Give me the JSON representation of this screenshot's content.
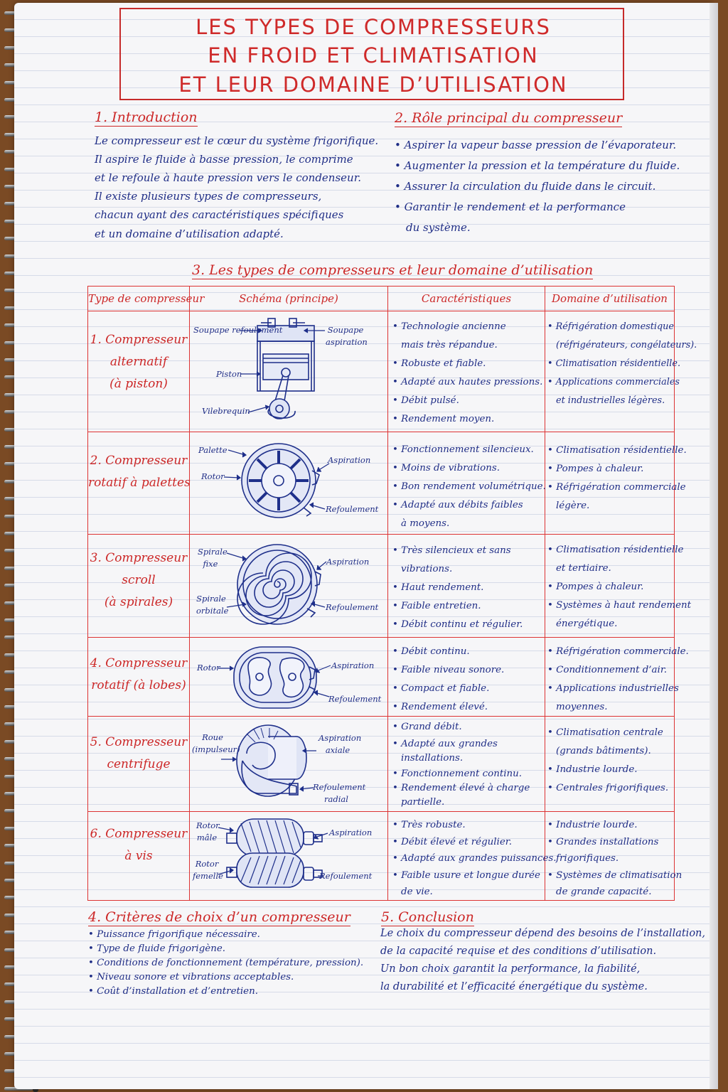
{
  "title": [
    "LES TYPES DE COMPRESSEURS",
    "EN FROID ET CLIMATISATION",
    "ET LEUR DOMAINE D’UTILISATION"
  ],
  "intro": {
    "heading": "1. Introduction",
    "lines": [
      "Le compresseur est le cœur du système frigorifique.",
      "Il aspire le fluide à basse pression, le comprime",
      "et le refoule à haute pression vers le condenseur.",
      "Il existe plusieurs types de compresseurs,",
      "chacun ayant des caractéristiques spécifiques",
      "et un domaine d’utilisation adapté."
    ]
  },
  "role": {
    "heading": "2. Rôle principal du compresseur",
    "items": [
      "Aspirer la vapeur basse pression de l’évaporateur.",
      "Augmenter la pression et la température du fluide.",
      "Assurer la circulation du fluide dans le circuit.",
      "Garantir le rendement et la performance"
    ],
    "continuation": "du système."
  },
  "types": {
    "heading": "3. Les types de compresseurs et leur domaine d’utilisation",
    "headers": [
      "Type de compresseur",
      "Schéma (principe)",
      "Caractéristiques",
      "Domaine d’utilisation"
    ],
    "rows": [
      {
        "name": [
          "1. Compresseur",
          "alternatif",
          "(à piston)"
        ],
        "labels": [
          "Soupape refoulement",
          "Soupape aspiration",
          "Piston",
          "Vilebrequin"
        ],
        "features": [
          "Technologie ancienne",
          "mais très répandue.",
          "Robuste et fiable.",
          "Adapté aux hautes pressions.",
          "Débit pulsé.",
          "Rendement moyen."
        ],
        "uses": [
          "Réfrigération domestique",
          "(réfrigérateurs, congélateurs).",
          "Climatisation résidentielle.",
          "Applications commerciales",
          "et industrielles légères."
        ]
      },
      {
        "name": [
          "2. Compresseur",
          "rotatif à palettes"
        ],
        "labels": [
          "Palette",
          "Rotor",
          "Aspiration",
          "Refoulement"
        ],
        "features": [
          "Fonctionnement silencieux.",
          "Moins de vibrations.",
          "Bon rendement volumétrique.",
          "Adapté aux débits faibles",
          "à moyens."
        ],
        "uses": [
          "Climatisation résidentielle.",
          "Pompes à chaleur.",
          "Réfrigération commerciale",
          "légère."
        ]
      },
      {
        "name": [
          "3. Compresseur",
          "scroll",
          "(à spirales)"
        ],
        "labels": [
          "Spirale fixe",
          "Spirale orbitale",
          "Aspiration",
          "Refoulement"
        ],
        "features": [
          "Très silencieux et sans",
          "vibrations.",
          "Haut rendement.",
          "Faible entretien.",
          "Débit continu et régulier."
        ],
        "uses": [
          "Climatisation résidentielle",
          "et tertiaire.",
          "Pompes à chaleur.",
          "Systèmes à haut rendement",
          "énergétique."
        ]
      },
      {
        "name": [
          "4. Compresseur",
          "rotatif (à lobes)"
        ],
        "labels": [
          "Rotor",
          "Aspiration",
          "Refoulement"
        ],
        "features": [
          "Débit continu.",
          "Faible niveau sonore.",
          "Compact et fiable.",
          "Rendement élevé."
        ],
        "uses": [
          "Réfrigération commerciale.",
          "Conditionnement d’air.",
          "Applications industrielles",
          "moyennes."
        ]
      },
      {
        "name": [
          "5. Compresseur",
          "centrifuge"
        ],
        "labels": [
          "Roue (impulseur)",
          "Aspiration axiale",
          "Refoulement radial"
        ],
        "features": [
          "Grand débit.",
          "Adapté aux grandes",
          "installations.",
          "Fonctionnement continu.",
          "Rendement élevé à charge",
          "partielle."
        ],
        "uses": [
          "Climatisation centrale",
          "(grands bâtiments).",
          "Industrie lourde.",
          "Centrales frigorifiques."
        ]
      },
      {
        "name": [
          "6. Compresseur",
          "à vis"
        ],
        "labels": [
          "Rotor mâle",
          "Rotor femelle",
          "Aspiration",
          "Refoulement"
        ],
        "features": [
          "Très robuste.",
          "Débit élevé et régulier.",
          "Adapté aux grandes puissances.",
          "Faible usure et longue durée",
          "de vie."
        ],
        "uses": [
          "Industrie lourde.",
          "Grandes installations",
          "frigorifiques.",
          "Systèmes de climatisation",
          "de grande capacité."
        ]
      }
    ]
  },
  "criteria": {
    "heading": "4. Critères de choix d’un compresseur",
    "items": [
      "Puissance frigorifique nécessaire.",
      "Type de fluide frigorigène.",
      "Conditions de fonctionnement (température, pression).",
      "Niveau sonore et vibrations acceptables.",
      "Coût d’installation et d’entretien."
    ]
  },
  "conclusion": {
    "heading": "5. Conclusion",
    "lines": [
      "Le choix du compresseur dépend des besoins de l’installation,",
      "de la capacité requise et des conditions d’utilisation.",
      "Un bon choix garantit la performance, la fiabilité,",
      "la durabilité et l’efficacité énergétique du système."
    ]
  },
  "colors": {
    "heading_red": "#cc2727",
    "ink_blue": "#1f2d86",
    "paper": "#f6f6f8",
    "desk": "#7a4a24"
  }
}
